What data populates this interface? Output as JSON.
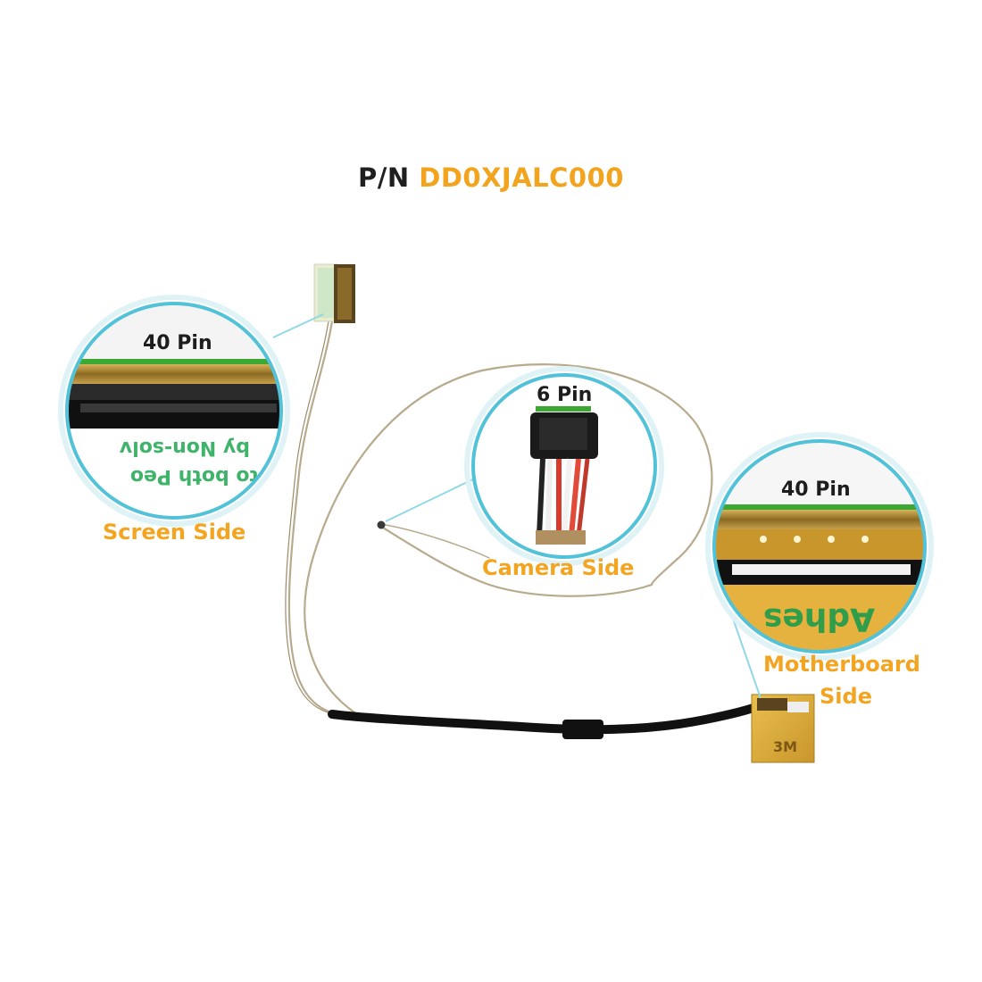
{
  "title": {
    "prefix": "P/N",
    "part_number": "DD0XJALC000"
  },
  "callouts": {
    "screen": {
      "pin_label": "40 Pin",
      "caption": "Screen Side"
    },
    "camera": {
      "pin_label": "6 Pin",
      "caption": "Camera Side"
    },
    "motherboard": {
      "pin_label": "40 Pin",
      "caption_line1": "Motherboard",
      "caption_line2": "Side"
    }
  },
  "colors": {
    "accent": "#f2a41f",
    "callout_ring": "#52c2d8",
    "pin_bar": "#3aa832",
    "cable_dark": "#111111",
    "cable_light": "#b9a98a"
  }
}
